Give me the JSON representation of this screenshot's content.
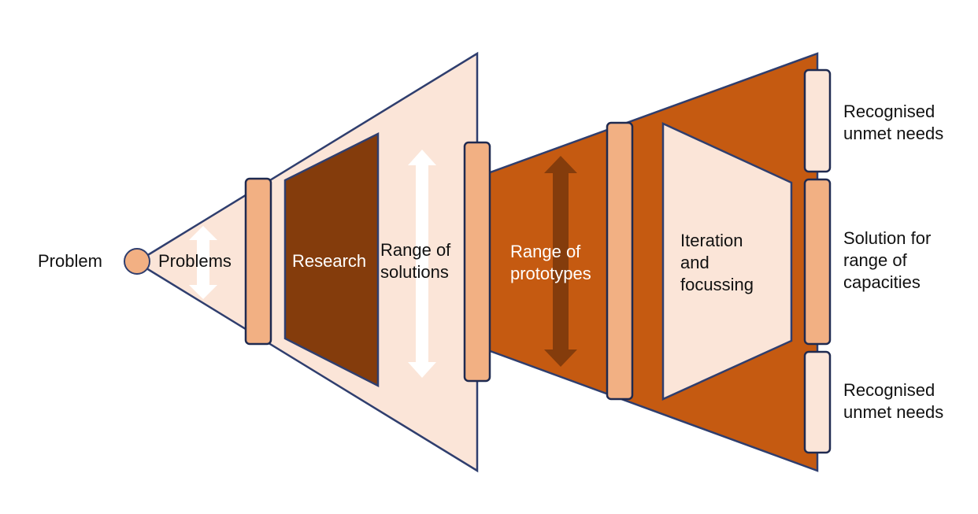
{
  "labels": {
    "problem": "Problem",
    "problems": "Problems",
    "research": "Research",
    "range_of_solutions": "Range of\nsolutions",
    "range_of_prototypes": "Range of\nprototypes",
    "iteration": "Iteration\nand\nfocussing",
    "outcome_top": "Recognised\nunmet needs",
    "outcome_middle": "Solution for\nrange of\ncapacities",
    "outcome_bottom": "Recognised\nunmet needs"
  },
  "colors": {
    "light_peach": "#fbe5d8",
    "peach": "#f2b083",
    "burnt_orange": "#c55a11",
    "dark_brown": "#843c0c",
    "outline": "#2f3e6e",
    "arrow_white": "#ffffff",
    "arrow_dark": "#843c0c"
  }
}
